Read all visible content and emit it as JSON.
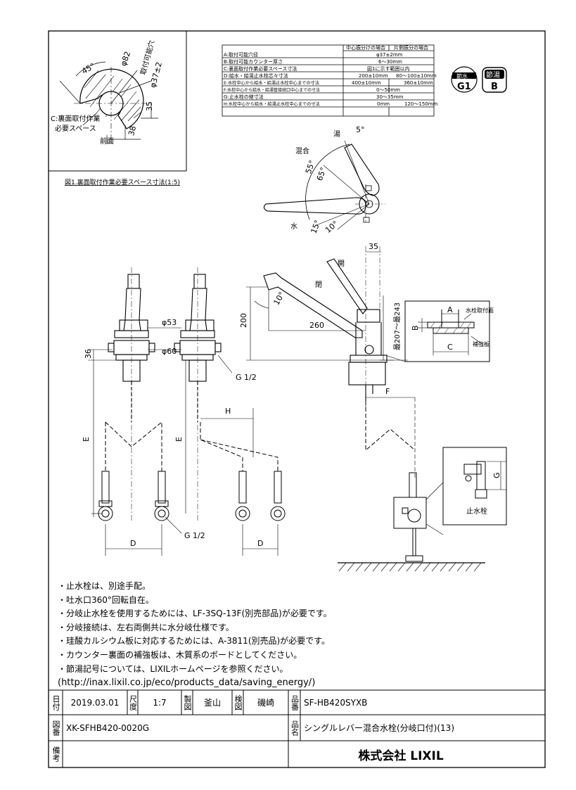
{
  "spec_table": {
    "col_headers": [
      "中心振分けの場合",
      "片側振分の場合"
    ],
    "rows": [
      {
        "label": "A:取付可能穴径",
        "v1": "φ37±2mm",
        "v2": ""
      },
      {
        "label": "B:取付可能カウンター厚さ",
        "v1": "6〜30mm",
        "v2": ""
      },
      {
        "label": "C:裏面取付作業必要スペース寸法",
        "v1": "図1に示す範囲以内",
        "v2": ""
      },
      {
        "label": "D:給水・給湯止水栓芯々寸法",
        "v1": "200±10mm",
        "v2": "80〜100±10mm"
      },
      {
        "label": "E:水栓中心から給水・給湯止水栓中心までの寸法",
        "v1": "400±10mm",
        "v2": "360±10mm"
      },
      {
        "label": "F:水栓中心から給水・給湯管接続口中心までの寸法",
        "v1": "0〜50mm",
        "v2": ""
      },
      {
        "label": "G:止水栓の継寸法",
        "v1": "30〜35mm",
        "v2": ""
      },
      {
        "label": "H:水栓中心から給水・給湯止水栓中心までの寸法",
        "v1": "0mm",
        "v2": "120〜150mm"
      }
    ]
  },
  "badges": {
    "certification": "G1",
    "certification_top": "節水",
    "saving": "節湯",
    "saving_grade": "B"
  },
  "fig1": {
    "caption": "図1.裏面取付作業必要スペース寸法(1:5)",
    "angle": "45°",
    "dia_outer": "φ82",
    "hole_label": "取付可能穴",
    "hole_dim": "φ37±2",
    "dim_35": "35",
    "dim_38": "38",
    "space_label_1": "C:裏面取付作業",
    "space_label_2": "必要スペース",
    "front_label": "前面"
  },
  "top_view": {
    "hot": "湯",
    "mix": "混合",
    "water": "水",
    "a5": "5°",
    "a55": "55°",
    "a65": "65°",
    "a15": "15°",
    "a10": "10°"
  },
  "side_view": {
    "d35": "35",
    "open": "開",
    "closed": "閉",
    "height": "200",
    "reach": "260",
    "angle": "10°",
    "range": "最207〜最243"
  },
  "front_view": {
    "phi53": "φ53",
    "phi60": "φ60",
    "d36": "36",
    "g12": "G 1/2",
    "e": "E",
    "d": "D",
    "h": "H"
  },
  "counter_detail": {
    "a": "A",
    "b": "B",
    "c": "C",
    "mount": "水栓取付面",
    "reinforce": "補強板"
  },
  "valve_detail": {
    "f": "F",
    "g": "G",
    "valve": "止水栓"
  },
  "notes": [
    "・止水栓は、別途手配。",
    "・吐水口360°回転自在。",
    "・分岐止水栓を使用するためには、LF-3SQ-13F(別売部品)が必要です。",
    "・分岐接続は、左右両側共に水分岐仕様です。",
    "・珪酸カルシウム板に対応するためには、A-3811(別売品)が必要です。",
    "・カウンター裏面の補強板は、木質系のボードとしてください。",
    "・節湯記号については、LIXILホームページを参照ください。",
    "(http://inax.lixil.co.jp/eco/products_data/saving_energy/)"
  ],
  "title_block": {
    "date_label": "日付",
    "date": "2019.03.01",
    "scale_label": "尺度",
    "scale": "1:7",
    "drawn_label": "製図",
    "drawn": "釜山",
    "checked_label": "検図",
    "checked": "磯崎",
    "product_no_label": "品番",
    "product_no": "SF-HB420SYXB",
    "drawing_no_label": "図番",
    "drawing_no": "XK-SFHB420-0020G",
    "product_name_label": "品名",
    "product_name": "シングルレバー混合水栓(分岐口付)(13)",
    "remarks_label": "備考",
    "company": "株式会社 LIXIL"
  }
}
